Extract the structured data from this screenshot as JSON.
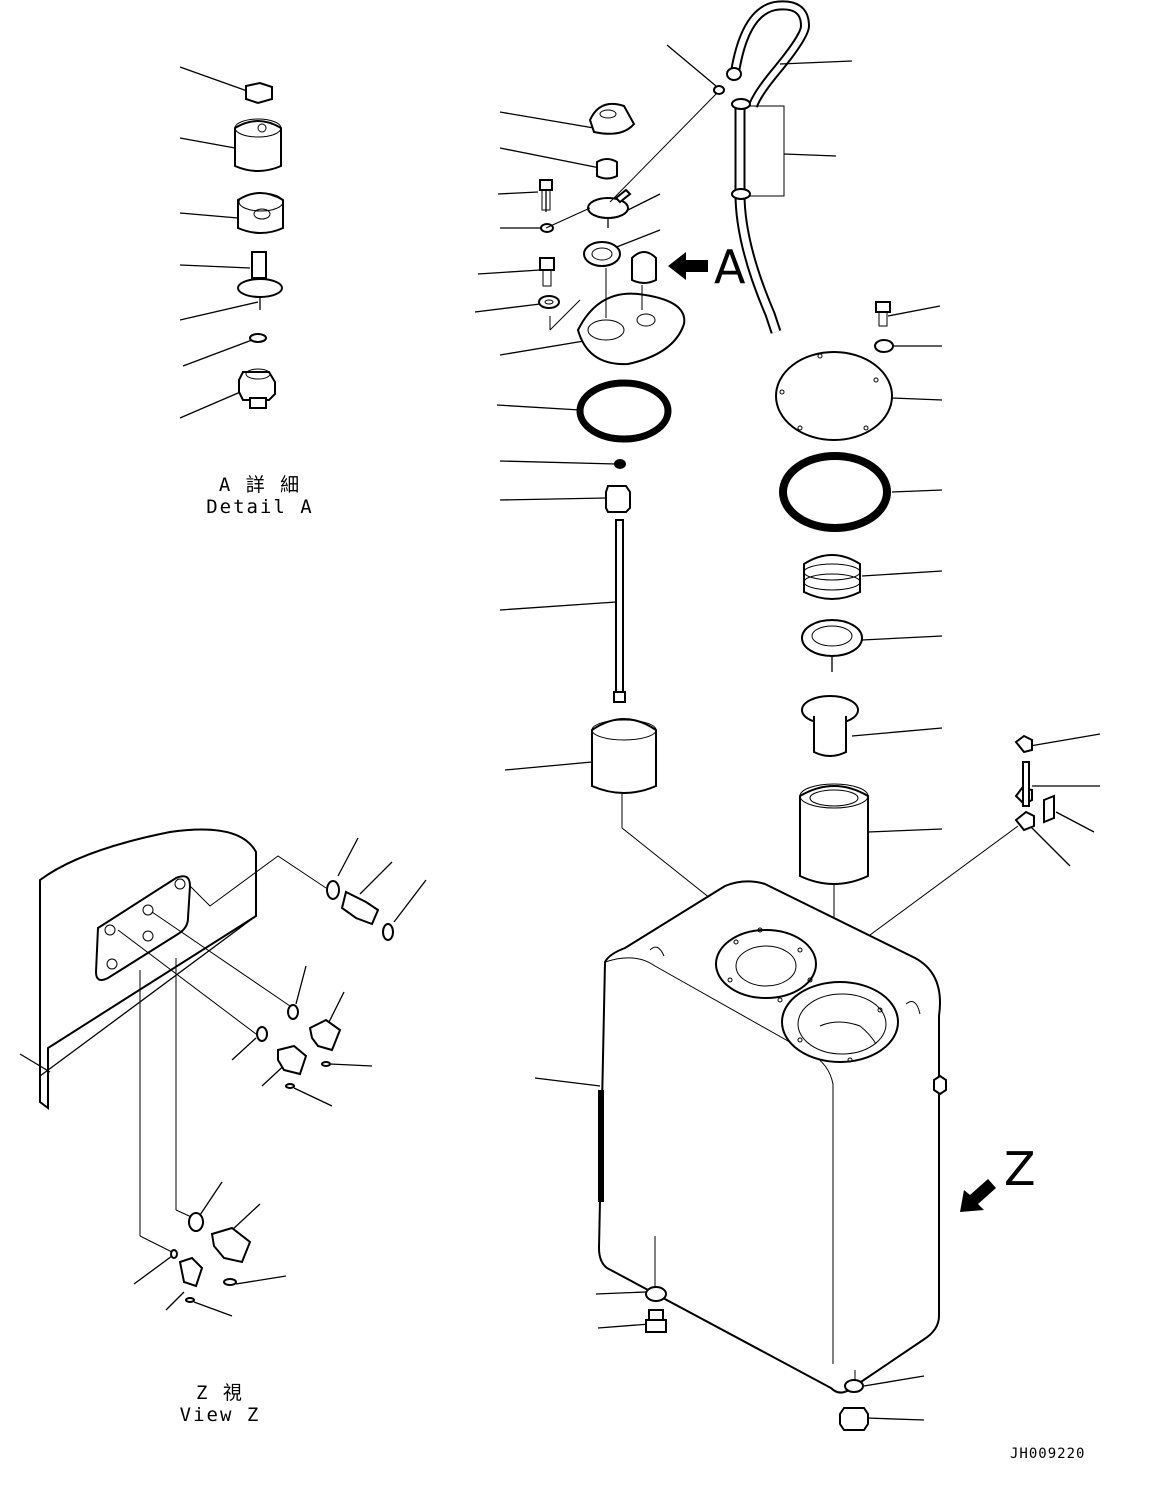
{
  "detail_a": {
    "caption_jp": "A 詳 細",
    "caption_en": "Detail A"
  },
  "view_z": {
    "caption_jp": "Z 視",
    "caption_en": "View Z"
  },
  "markers": {
    "a": "A",
    "z": "Z"
  },
  "drawing_code": "JH009220"
}
